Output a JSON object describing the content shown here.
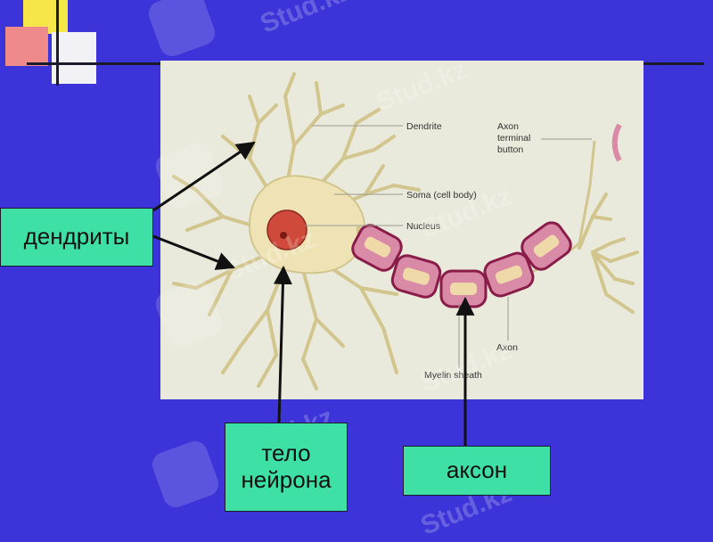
{
  "diagram": {
    "labels": {
      "dendrite": "Dendrite",
      "soma": "Soma (cell body)",
      "nucleus": "Nucleus",
      "axon_terminal_line1": "Axon",
      "axon_terminal_line2": "terminal",
      "axon_terminal_line3": "button",
      "axon": "Axon",
      "myelin": "Myelin sheath"
    },
    "callouts": {
      "dendrites": "дендриты",
      "body_line1": "тело",
      "body_line2": "нейрона",
      "axon": "аксон"
    },
    "watermark": "Stud.kz"
  },
  "colors": {
    "background": "#3c34d8",
    "panel": "#e9eadb",
    "callout": "#3fe0a6",
    "neuron_fill": "#efe3b6",
    "myelin_fill": "#d98aa6",
    "nucleus_fill": "#cf4a3a"
  }
}
